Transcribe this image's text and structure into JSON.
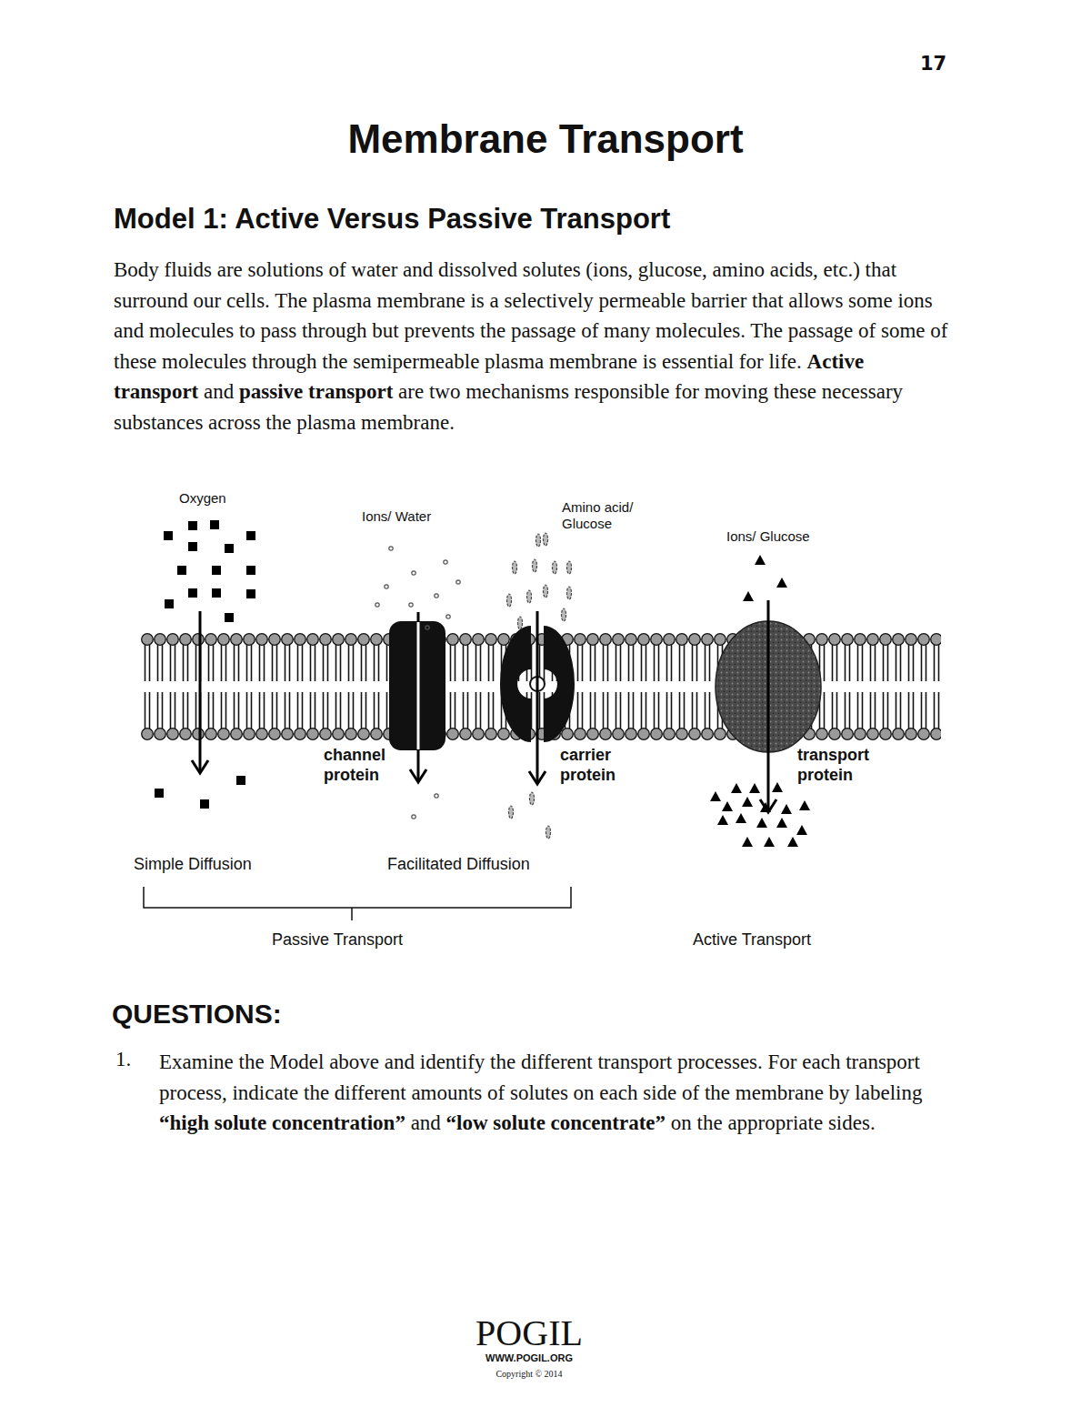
{
  "diagram": {
    "title": "Membrane Transport",
    "labels": [
      "17",
      "Model 1: Active Versus Passive Transport",
      "Body fluids are solutions of water and dissolved solutes (ions, glucose, amino acids, etc.) that surround our cells. The plasma membrane is a selectively permeable barrier that allows some ions and molecules to pass through but prevents the passage of many molecules. The passage of some of these molecules through the semipermeable plasma membrane is essential for life.",
      "Active transport",
      "and",
      "passive transport",
      "are two mechanisms responsible for moving these necessary substances across the plasma membrane.",
      "Oxygen",
      "Ions/ Water",
      "Amino acid/ Glucose",
      "Ions/ Glucose",
      "channel protein",
      "carrier protein",
      "transport protein",
      "Simple Diffusion",
      "Facilitated Diffusion",
      "Passive Transport",
      "Active Transport",
      "QUESTIONS:",
      "1.",
      "Examine the Model above and identify the different transport processes. For each transport process, indicate the different amounts of solutes on each side of the membrane by labeling",
      "“high solute concentration”",
      "and",
      "“low solute concentrate”",
      "on the appropriate sides.",
      "POGIL",
      "WWW.POGIL.ORG",
      "Copyright © 2014"
    ]
  }
}
